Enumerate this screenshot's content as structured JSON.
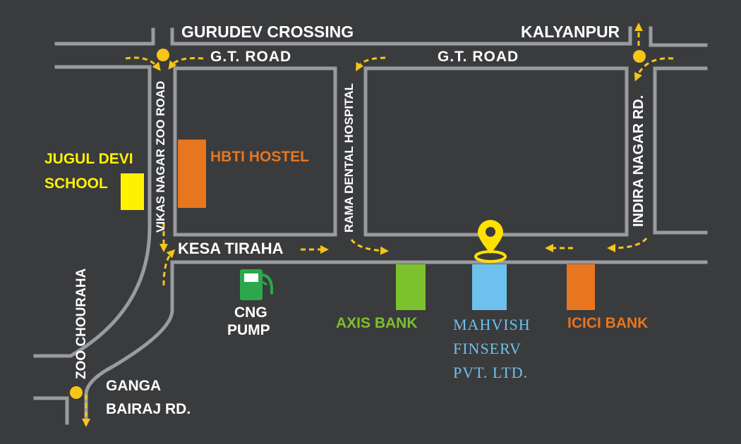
{
  "colors": {
    "background": "#3a3b3d",
    "road_edge": "#9a9b9e",
    "arrow": "#f5c518",
    "label_white": "#ffffff",
    "school": "#fff200",
    "hostel": "#e8761e",
    "axis_bank": "#7cc12b",
    "mahvish_finserv": "#6ec1ec",
    "icici_bank": "#e8761e",
    "pin": "#ffe100",
    "pump": "#2aa84a"
  },
  "road_labels": {
    "gurudev_crossing": "GURUDEV CROSSING",
    "kalyanpur": "KALYANPUR",
    "gt_road_left": "G.T. ROAD",
    "gt_road_right": "G.T. ROAD",
    "vikas_nagar_zoo_road": "VIKAS NAGAR ZOO ROAD",
    "rama_dental_hospital": "RAMA DENTAL HOSPITAL",
    "indira_nagar_rd": "INDIRA NAGAR RD.",
    "kesa_tiraha": "KESA TIRAHA",
    "zoo_chouraha": "ZOO CHOURAHA",
    "ganga_bairaj_rd": [
      "GANGA",
      "BAIRAJ RD."
    ]
  },
  "landmarks": {
    "jugul_devi_school": [
      "JUGUL DEVI",
      "SCHOOL"
    ],
    "hbti_hostel": "HBTI HOSTEL",
    "cng_pump": [
      "CNG",
      "PUMP"
    ],
    "axis_bank": "AXIS BANK",
    "mahvish_finserv": [
      "MAHVISH",
      "FINSERV",
      "PVT. LTD."
    ],
    "icici_bank": "ICICI BANK"
  },
  "icons": {
    "location_pin": "location-pin-icon",
    "fuel_pump": "fuel-pump-icon",
    "junction": "junction-dot-icon",
    "direction": "dashed-arrow-icon"
  }
}
